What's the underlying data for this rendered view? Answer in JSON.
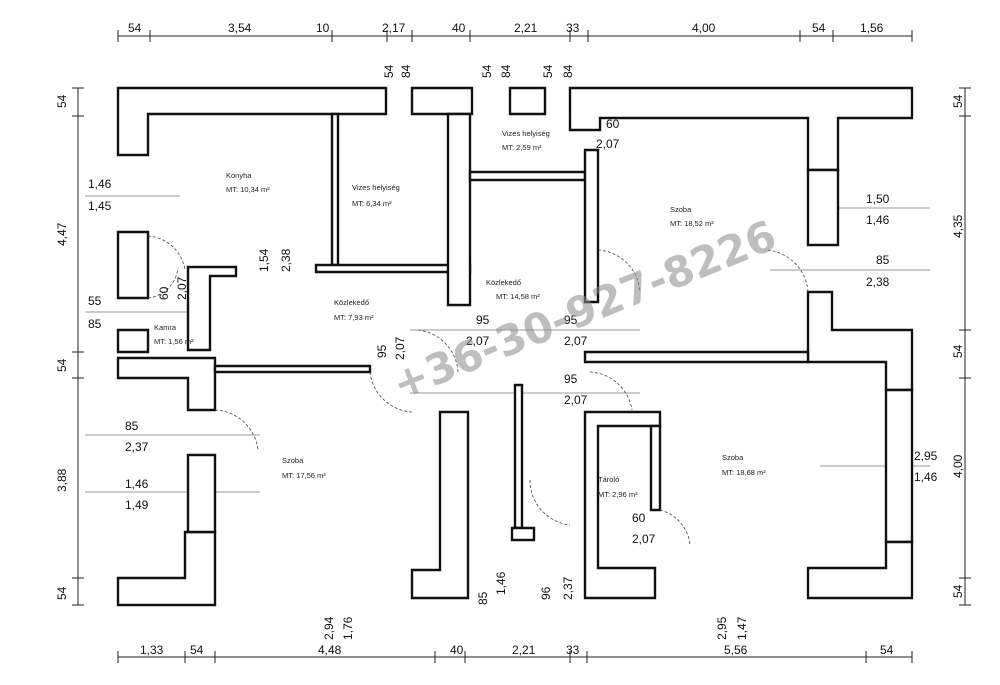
{
  "dimensions": {
    "top": [
      "54",
      "3,54",
      "10",
      "2,17",
      "40",
      "2,21",
      "33",
      "4,00",
      "54",
      "1,56"
    ],
    "bottom": [
      "1,33",
      "54",
      "4,48",
      "40",
      "2,21",
      "33",
      "5,56",
      "54"
    ],
    "left": [
      "54",
      "4,47",
      "3,88",
      "54",
      "1,46",
      "1,45",
      "55",
      "85",
      "54"
    ],
    "right": [
      "54",
      "4,35",
      "54",
      "4,00",
      "54"
    ],
    "openings_top": [
      "54",
      "84",
      "54",
      "84",
      "54",
      "84"
    ],
    "interior": [
      {
        "a": "1,54",
        "b": "2,38"
      },
      {
        "a": "60",
        "b": "2,07"
      },
      {
        "a": "95",
        "b": "2,07"
      },
      {
        "a": "95",
        "b": "2,07"
      },
      {
        "a": "95",
        "b": "2,07"
      },
      {
        "a": "95",
        "b": "2,07"
      },
      {
        "a": "60",
        "b": "2,07"
      },
      {
        "a": "60",
        "b": "2,07"
      },
      {
        "a": "1,50",
        "b": "1,46"
      },
      {
        "a": "85",
        "b": "2,38"
      },
      {
        "a": "85",
        "b": "2,37"
      },
      {
        "a": "1,46",
        "b": "1,49"
      },
      {
        "a": "2,95",
        "b": "1,46"
      },
      {
        "a": "2,94",
        "b": "1,76"
      },
      {
        "a": "85",
        "b": "1,46"
      },
      {
        "a": "96",
        "b": "2,37"
      },
      {
        "a": "2,95",
        "b": "1,47"
      }
    ]
  },
  "rooms": {
    "konyha": {
      "name": "Konyha",
      "area": "MT: 10,34 m²"
    },
    "vizes1": {
      "name": "Vizes helyiség",
      "area": "MT:   6,34 m²"
    },
    "vizes2": {
      "name": "Vizes helyiség",
      "area": "MT:   2,59 m²"
    },
    "szoba_ne": {
      "name": "Szoba",
      "area": "MT: 18,52 m²"
    },
    "kozlekedo_c": {
      "name": "Közlekedő",
      "area": "MT: 14,58 m²"
    },
    "kozlekedo_w": {
      "name": "Közlekedő",
      "area": "MT: 7,93 m²"
    },
    "kamra": {
      "name": "Kamra",
      "area": "MT: 1,56 m²"
    },
    "szoba_sw": {
      "name": "Szoba",
      "area": "MT: 17,56 m²"
    },
    "tarolo": {
      "name": "Tároló",
      "area": "MT: 2,96 m²"
    },
    "szoba_se": {
      "name": "Szoba",
      "area": "MT: 18,68 m²"
    }
  },
  "watermark": "+36-30-927-8226"
}
